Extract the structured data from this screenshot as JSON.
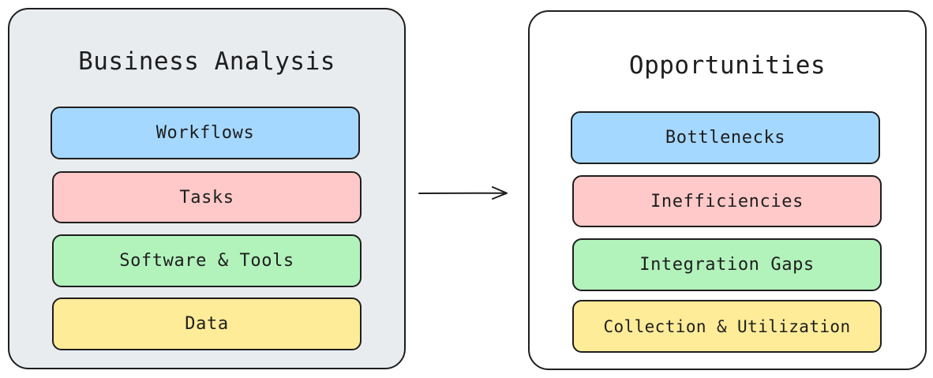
{
  "left_panel": {
    "title": "Business Analysis",
    "items": [
      {
        "label": "Workflows"
      },
      {
        "label": "Tasks"
      },
      {
        "label": "Software & Tools"
      },
      {
        "label": "Data"
      }
    ]
  },
  "right_panel": {
    "title": "Opportunities",
    "items": [
      {
        "label": "Bottlenecks"
      },
      {
        "label": "Inefficiencies"
      },
      {
        "label": "Integration Gaps"
      },
      {
        "label": "Collection & Utilization"
      }
    ]
  },
  "colors": {
    "left_panel_bg": "#e9ecef",
    "right_panel_bg": "#ffffff",
    "blue": "#a5d8ff",
    "red": "#ffc9c9",
    "green": "#b2f2bb",
    "yellow": "#ffec99",
    "stroke": "#1e1e1e"
  },
  "connector": {
    "icon": "arrow-right-icon"
  }
}
